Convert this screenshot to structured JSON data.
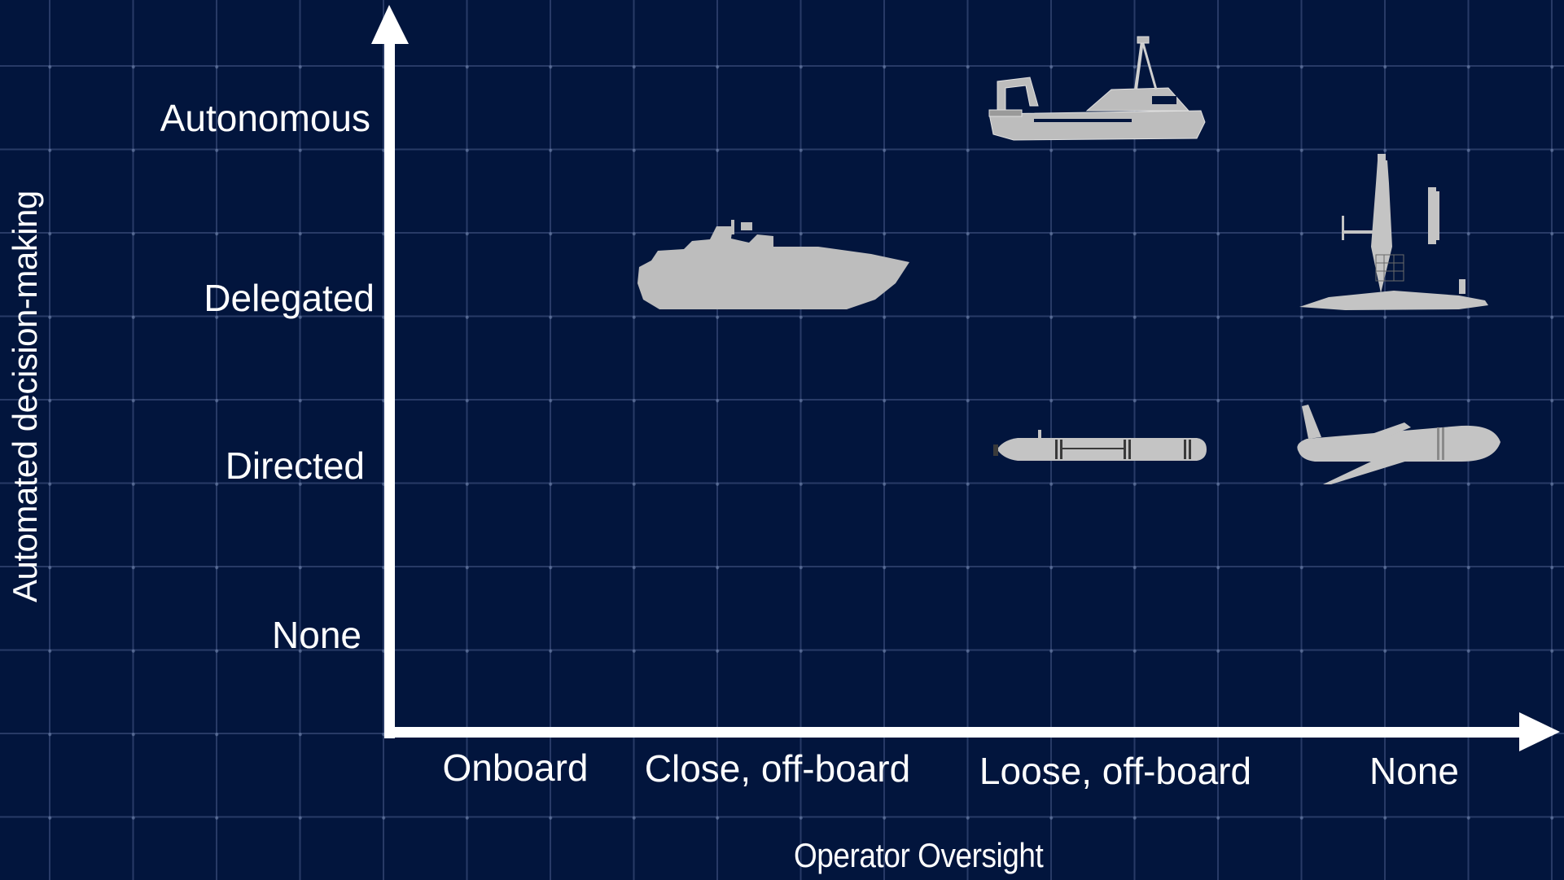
{
  "y_axis": {
    "title": "Automated decision-making",
    "levels": [
      "Autonomous",
      "Delegated",
      "Directed",
      "None"
    ]
  },
  "x_axis": {
    "title": "Operator Oversight",
    "levels": [
      "Onboard",
      "Close, off-board",
      "Loose, off-board",
      "None"
    ]
  },
  "vehicles": [
    {
      "icon": "survey-boat-icon",
      "oversight": "Loose, off-board",
      "decision_making": "Autonomous"
    },
    {
      "icon": "patrol-boat-icon",
      "oversight": "Close, off-board",
      "decision_making": "Delegated"
    },
    {
      "icon": "wave-glider-icon",
      "oversight": "None",
      "decision_making": "Delegated"
    },
    {
      "icon": "torpedo-uuv-icon",
      "oversight": "Loose, off-board",
      "decision_making": "Directed"
    },
    {
      "icon": "glider-uuv-icon",
      "oversight": "None",
      "decision_making": "Directed"
    }
  ],
  "colors": {
    "background": "#02153d",
    "grid": "#46598a",
    "axis": "#ffffff",
    "vehicle": "#b8b8b8"
  }
}
